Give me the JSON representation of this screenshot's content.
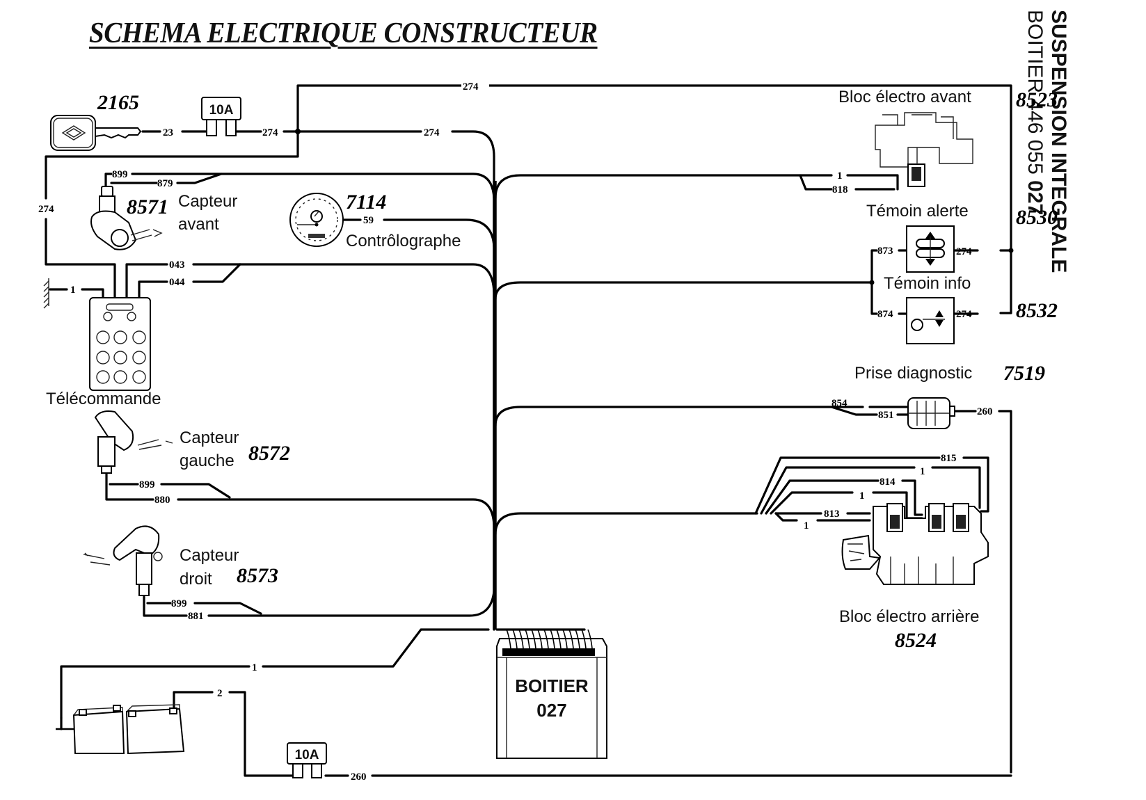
{
  "title": "SCHEMA ELECTRIQUE CONSTRUCTEUR",
  "side_title": {
    "line1": "SUSPENSION INTEGRALE",
    "line2_prefix": "BOITIER 446 055 ",
    "line2_suffix": "027"
  },
  "components": {
    "key": {
      "code": "2165"
    },
    "fuse_top": {
      "rating": "10A"
    },
    "fuse_bottom": {
      "rating": "10A"
    },
    "capteur_avant": {
      "code": "8571",
      "label_line1": "Capteur",
      "label_line2": "avant"
    },
    "controlographe": {
      "code": "7114",
      "label": "Contrôlographe"
    },
    "telecommande": {
      "label": "Télécommande"
    },
    "capteur_gauche": {
      "code": "8572",
      "label_line1": "Capteur",
      "label_line2": "gauche"
    },
    "capteur_droit": {
      "code": "8573",
      "label_line1": "Capteur",
      "label_line2": "droit"
    },
    "boitier": {
      "line1": "BOITIER",
      "line2": "027"
    },
    "bloc_electro_avant": {
      "code": "8523",
      "label": "Bloc électro avant"
    },
    "temoin_alerte": {
      "code": "8530",
      "label": "Témoin alerte"
    },
    "temoin_info": {
      "code": "8532",
      "label": "Témoin info"
    },
    "prise_diagnostic": {
      "code": "7519",
      "label": "Prise diagnostic"
    },
    "bloc_electro_arriere": {
      "code": "8524",
      "label": "Bloc électro arrière"
    }
  },
  "wires": {
    "key_fuse": "23",
    "fuse_node": "274",
    "top_main": "274",
    "top_trunk": "274",
    "left_vertical": "274",
    "cap_avant_a": "899",
    "cap_avant_b": "879",
    "controlographe": "59",
    "tele_ground": "1",
    "tele_a": "043",
    "tele_b": "044",
    "cap_gauche_a": "899",
    "cap_gauche_b": "880",
    "cap_droit_a": "899",
    "cap_droit_b": "881",
    "bloc_avant_a": "1",
    "bloc_avant_b": "818",
    "temoin_alerte_in": "873",
    "temoin_alerte_out": "274",
    "temoin_info_in": "874",
    "temoin_info_out": "274",
    "diag_a": "854",
    "diag_b": "851",
    "diag_out": "260",
    "arr_815": "815",
    "arr_1a": "1",
    "arr_814": "814",
    "arr_1b": "1",
    "arr_813": "813",
    "arr_1c": "1",
    "ground_main": "1",
    "battery_pos": "2",
    "fuse_out": "260"
  }
}
